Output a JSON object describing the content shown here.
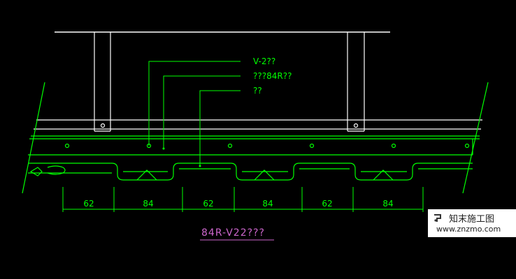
{
  "colors": {
    "background": "#000000",
    "structure": "#ffffff",
    "panel": "#00ff00",
    "leader": "#00ff00",
    "label": "#00ff00",
    "caption": "#cc66cc"
  },
  "callouts": [
    "V-2??",
    "???84R??",
    "??"
  ],
  "dimensions": [
    "62",
    "84",
    "62",
    "84",
    "62",
    "84"
  ],
  "caption": "84R-V22???",
  "watermark": {
    "title": "知末施工图",
    "url": "www.znzmo.com",
    "logo_icon": "znzmo-logo-icon"
  }
}
